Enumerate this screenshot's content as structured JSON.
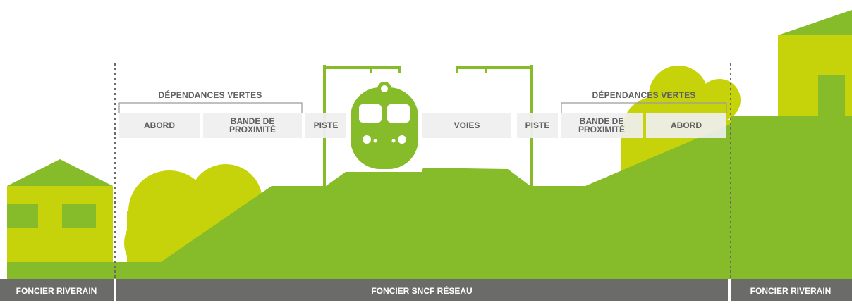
{
  "colors": {
    "green": "#86bc29",
    "lime": "#c6d30a",
    "label_bg": "#efefef",
    "label_text": "#5f5f5f",
    "footer_bg": "#6b6b69",
    "footer_text": "#ffffff"
  },
  "labels": {
    "left_group": "DÉPENDANCES VERTES",
    "right_group": "DÉPENDANCES VERTES",
    "abord_left": "ABORD",
    "bande_left_1": "BANDE DE",
    "bande_left_2": "PROXIMITÉ",
    "piste_left": "PISTE",
    "voies": "VOIES",
    "piste_right": "PISTE",
    "bande_right_1": "BANDE DE",
    "bande_right_2": "PROXIMITÉ",
    "abord_right": "ABORD"
  },
  "footer": {
    "left": "FONCIER RIVERAIN",
    "center": "FONCIER SNCF RÉSEAU",
    "right": "FONCIER RIVERAIN"
  }
}
